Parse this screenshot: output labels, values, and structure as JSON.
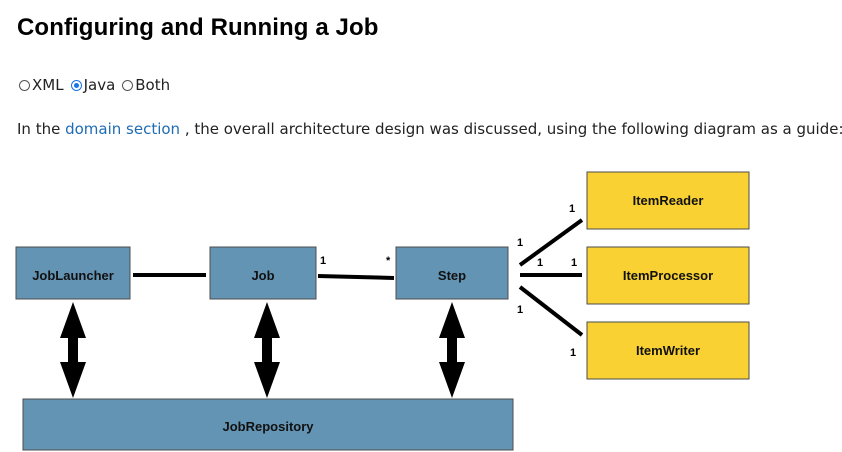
{
  "page": {
    "title": "Configuring and Running a Job"
  },
  "toggle": {
    "options": [
      {
        "label": "XML",
        "selected": false
      },
      {
        "label": "Java",
        "selected": true
      },
      {
        "label": "Both",
        "selected": false
      }
    ]
  },
  "intro": {
    "before": "In the ",
    "link": "domain section",
    "after": " , the overall architecture design was discussed, using the following diagram as a guide:"
  },
  "diagram": {
    "boxes": {
      "job_launcher": "JobLauncher",
      "job": "Job",
      "step": "Step",
      "job_repository": "JobRepository",
      "item_reader": "ItemReader",
      "item_processor": "ItemProcessor",
      "item_writer": "ItemWriter"
    },
    "multiplicity": {
      "job_side": "1",
      "step_side": "*",
      "step_reader": "1",
      "reader_end": "1",
      "step_processor": "1",
      "processor_end": "1",
      "step_writer": "1",
      "writer_end": "1"
    },
    "colors": {
      "blue_box": "#6494b4",
      "yellow_box": "#f9d132",
      "line": "#000000",
      "link": "#1f6cb4"
    }
  }
}
